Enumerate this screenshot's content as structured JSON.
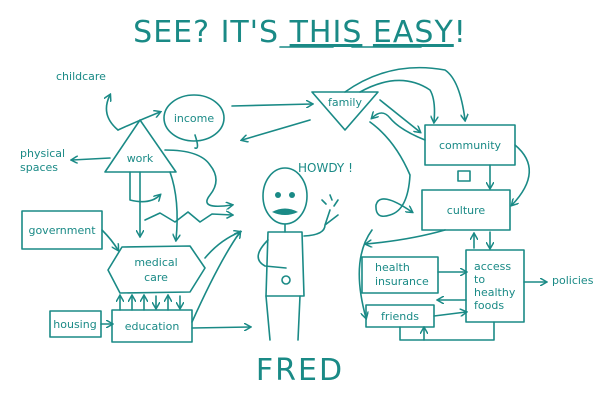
{
  "title": {
    "part1": "SEE? IT'S ",
    "part2": "THIS",
    "part3": " ",
    "part4": "EASY",
    "part5": "!"
  },
  "nodes": {
    "childcare": "childcare",
    "income": "income",
    "work": "work",
    "physical_line1": "physical",
    "physical_line2": "spaces",
    "government": "government",
    "medical_line1": "medical",
    "medical_line2": "care",
    "housing": "housing",
    "education": "education",
    "family": "family",
    "community": "community",
    "culture": "culture",
    "health_line1": "health",
    "health_line2": "insurance",
    "friends": "friends",
    "access_line1": "access",
    "access_line2": "to",
    "access_line3": "healthy",
    "access_line4": "foods",
    "policies": "policies"
  },
  "character": {
    "speech": "HOWDY !",
    "name": "FRED"
  },
  "colors": {
    "ink": "#1a8a86",
    "background": "#ffffff"
  }
}
